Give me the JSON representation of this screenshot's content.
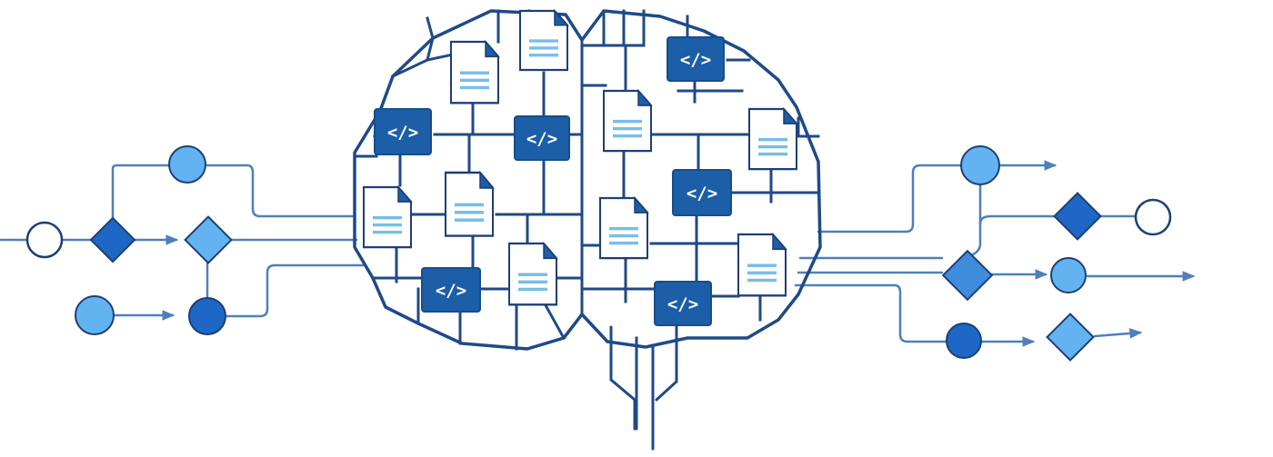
{
  "palette": {
    "brain_outline": "#1f4a87",
    "circuit_line": "#1f4a87",
    "flow_line": "#4f80b8",
    "node_light": "#63b3f1",
    "node_mid": "#3f8bdc",
    "node_dark": "#1e67c6",
    "node_stroke": "#1e3f75",
    "node_hollow_fill": "#ffffff",
    "code_badge_fill": "#1c5ea8",
    "code_badge_stroke": "#174d8a",
    "doc_fill": "#ffffff",
    "doc_stroke": "#1e3f75",
    "doc_text_lines": "#79bde8",
    "doc_fold": "#1c5ea8"
  },
  "icons": {
    "code_badge": "code-brackets-icon",
    "document": "document-icon",
    "arrow": "arrowhead-icon"
  },
  "code_badges": [
    {
      "label": "</>"
    },
    {
      "label": "</>"
    },
    {
      "label": "</>"
    },
    {
      "label": "</>"
    },
    {
      "label": "</>"
    },
    {
      "label": "</>"
    }
  ],
  "documents": [
    {
      "name": "doc-1"
    },
    {
      "name": "doc-2"
    },
    {
      "name": "doc-3"
    },
    {
      "name": "doc-4"
    },
    {
      "name": "doc-5"
    },
    {
      "name": "doc-6"
    },
    {
      "name": "doc-7"
    },
    {
      "name": "doc-8"
    },
    {
      "name": "doc-9"
    }
  ],
  "flow": {
    "input_nodes": [
      "hollow-circle",
      "diamond",
      "circle",
      "diamond",
      "circle",
      "circle"
    ],
    "output_nodes": [
      "circle",
      "diamond",
      "hollow-circle",
      "diamond",
      "circle",
      "circle",
      "diamond"
    ]
  }
}
